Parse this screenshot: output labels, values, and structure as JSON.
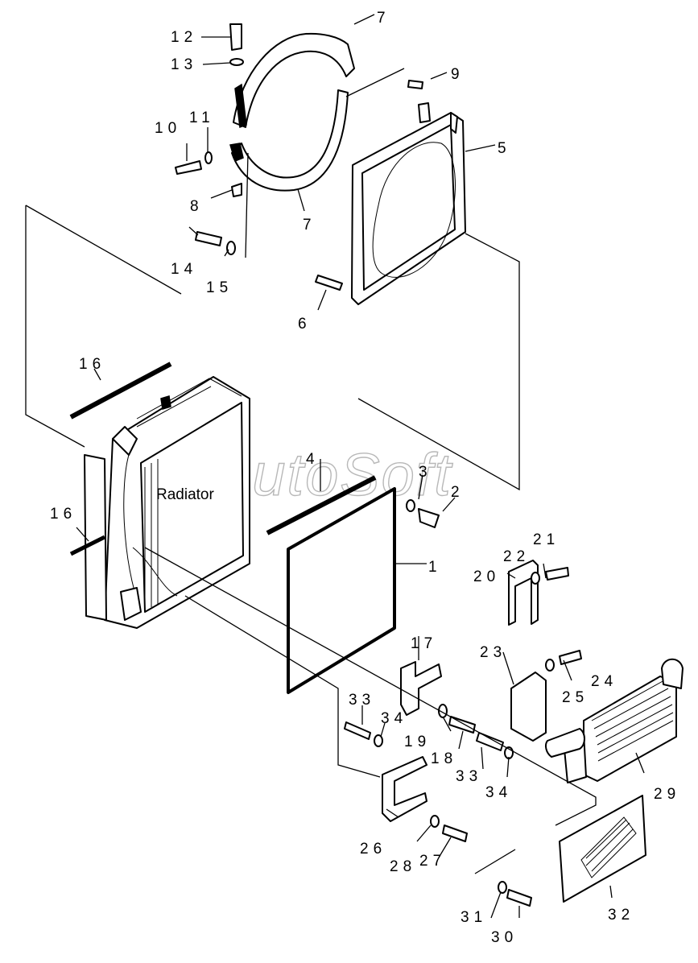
{
  "watermark": "AutoSoft",
  "radiator_label": "Radiator",
  "callouts": [
    {
      "id": "c1",
      "text": "1"
    },
    {
      "id": "c2",
      "text": "2"
    },
    {
      "id": "c3",
      "text": "3"
    },
    {
      "id": "c4",
      "text": "4"
    },
    {
      "id": "c5",
      "text": "5"
    },
    {
      "id": "c6",
      "text": "6"
    },
    {
      "id": "c7a",
      "text": "7"
    },
    {
      "id": "c7b",
      "text": "7"
    },
    {
      "id": "c8",
      "text": "8"
    },
    {
      "id": "c9",
      "text": "9"
    },
    {
      "id": "c10",
      "text": "10"
    },
    {
      "id": "c11",
      "text": "11"
    },
    {
      "id": "c12",
      "text": "12"
    },
    {
      "id": "c13",
      "text": "13"
    },
    {
      "id": "c14",
      "text": "14"
    },
    {
      "id": "c15",
      "text": "15"
    },
    {
      "id": "c16a",
      "text": "16"
    },
    {
      "id": "c16b",
      "text": "16"
    },
    {
      "id": "c17",
      "text": "17"
    },
    {
      "id": "c18",
      "text": "18"
    },
    {
      "id": "c19",
      "text": "19"
    },
    {
      "id": "c20",
      "text": "20"
    },
    {
      "id": "c21",
      "text": "21"
    },
    {
      "id": "c22",
      "text": "22"
    },
    {
      "id": "c23",
      "text": "23"
    },
    {
      "id": "c24",
      "text": "24"
    },
    {
      "id": "c25",
      "text": "25"
    },
    {
      "id": "c26",
      "text": "26"
    },
    {
      "id": "c27",
      "text": "27"
    },
    {
      "id": "c28",
      "text": "28"
    },
    {
      "id": "c29",
      "text": "29"
    },
    {
      "id": "c30",
      "text": "30"
    },
    {
      "id": "c31",
      "text": "31"
    },
    {
      "id": "c32",
      "text": "32"
    },
    {
      "id": "c33a",
      "text": "33"
    },
    {
      "id": "c33b",
      "text": "33"
    },
    {
      "id": "c34a",
      "text": "34"
    },
    {
      "id": "c34b",
      "text": "34"
    }
  ]
}
